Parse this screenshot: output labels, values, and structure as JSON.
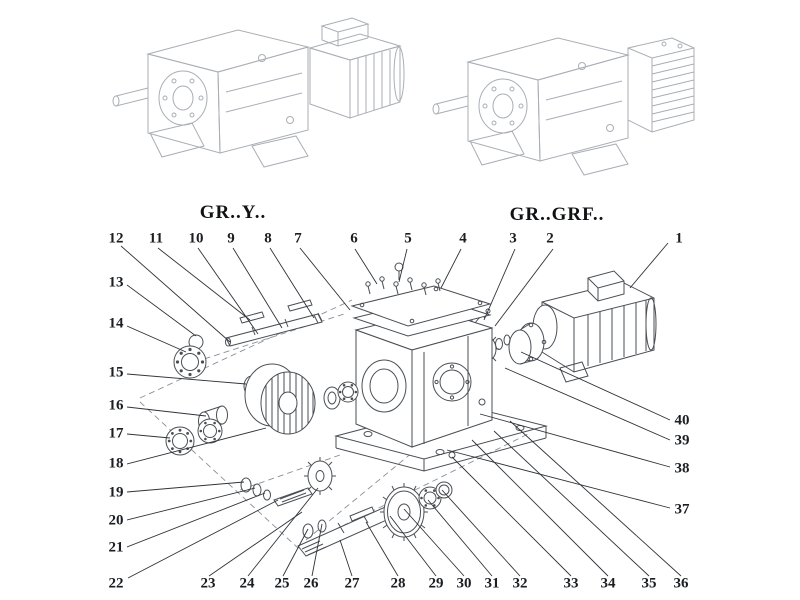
{
  "figures": {
    "left_label": "GR..Y..",
    "right_label": "GR..GRF.."
  },
  "callouts": [
    "1",
    "2",
    "3",
    "4",
    "5",
    "6",
    "7",
    "8",
    "9",
    "10",
    "11",
    "12",
    "13",
    "14",
    "15",
    "16",
    "17",
    "18",
    "19",
    "20",
    "21",
    "22",
    "23",
    "24",
    "25",
    "26",
    "27",
    "28",
    "29",
    "30",
    "31",
    "32",
    "33",
    "34",
    "35",
    "36",
    "37",
    "38",
    "39",
    "40"
  ],
  "colors": {
    "background": "#ffffff",
    "line_art_light": "#a9aeb5",
    "line_art_dark": "#4a4f55",
    "leader_line": "#2f343a",
    "text": "#1b1e22"
  }
}
